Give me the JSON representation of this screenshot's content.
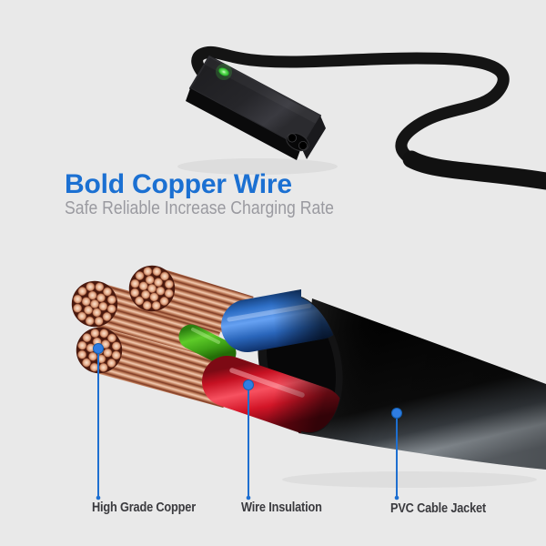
{
  "page": {
    "bg_color": "#e9e9e9"
  },
  "hero": {
    "title": "Bold Copper Wire",
    "subtitle": "Safe Reliable Increase Charging Rate",
    "title_color": "#1b70d2",
    "subtitle_color": "#9a9aa0"
  },
  "adapter": {
    "type": "laptop-power-adapter",
    "body_color": "#232327",
    "led_color": "#43d943",
    "cable_color": "#141414"
  },
  "cable_diagram": {
    "pointer_color": "#1e6fd0",
    "label_color": "#3a3a3e",
    "callouts": [
      {
        "label": "High Grade Copper"
      },
      {
        "label": "Wire Insulation"
      },
      {
        "label": "PVC Cable Jacket"
      }
    ],
    "wire_colors": {
      "copper": "#d99b7b",
      "blue_insulation": "#2f6fd0",
      "red_insulation": "#e01426",
      "green_wire": "#4cc022",
      "jacket": "#111111"
    }
  }
}
